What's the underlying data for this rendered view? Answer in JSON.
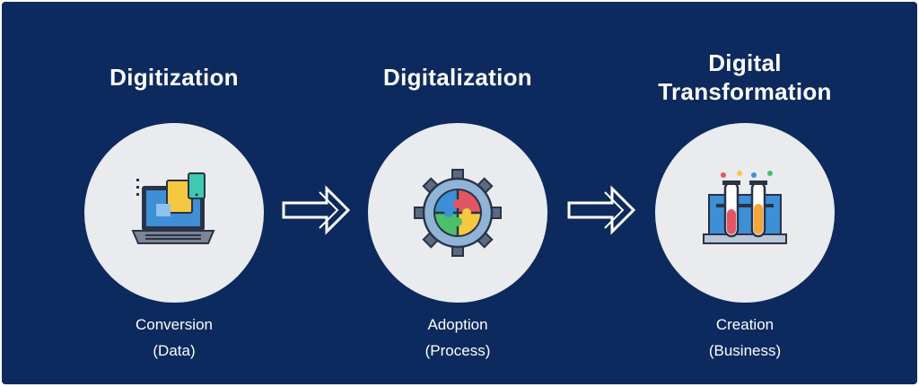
{
  "stages": [
    {
      "title_lines": [
        "Digitization"
      ],
      "caption_line1": "Conversion",
      "caption_line2": "(Data)",
      "icon": "laptop-devices-icon"
    },
    {
      "title_lines": [
        "Digitalization"
      ],
      "caption_line1": "Adoption",
      "caption_line2": "(Process)",
      "icon": "puzzle-gear-icon"
    },
    {
      "title_lines": [
        "Digital",
        "Transformation"
      ],
      "caption_line1": "Creation",
      "caption_line2": "(Business)",
      "icon": "test-tubes-icon"
    }
  ],
  "colors": {
    "background": "#0c2a5e",
    "circle": "#e9ebef",
    "text": "#ffffff"
  }
}
